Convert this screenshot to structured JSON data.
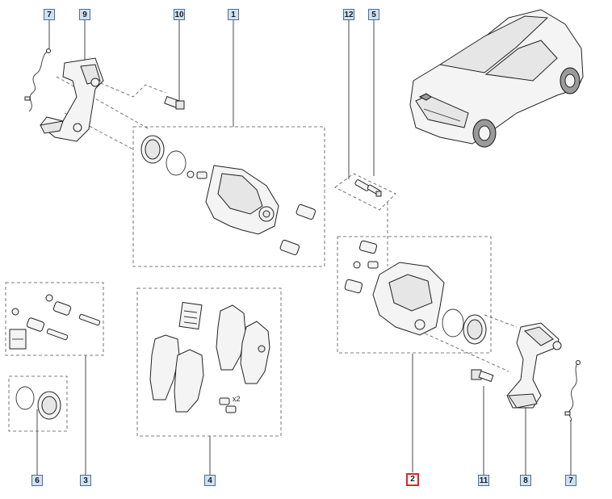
{
  "diagram": {
    "callouts": {
      "c7_top": "7",
      "c9": "9",
      "c10": "10",
      "c1": "1",
      "c12": "12",
      "c5": "5",
      "c6": "6",
      "c3": "3",
      "c4": "4",
      "c2": "2",
      "c11": "11",
      "c8": "8",
      "c7_bottom": "7"
    },
    "pad_bolt_quantity": "x2",
    "selected_callout": "2",
    "colors": {
      "callout_fill": "#cfe1f3",
      "callout_border": "#4a6f95",
      "selected_border": "#e0242a"
    }
  }
}
